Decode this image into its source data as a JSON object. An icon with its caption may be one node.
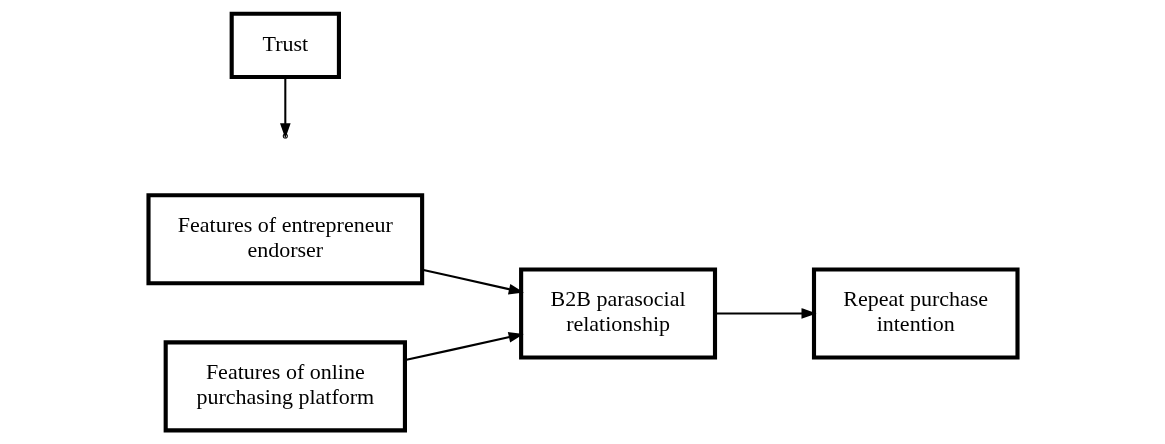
{
  "diagram": {
    "nodes": [
      {
        "text": [
          "Features of entrepreneur endorser"
        ]
      },
      {
        "text": [
          "Features of online purchasing platform"
        ]
      },
      {
        "text": [
          "B2B parasocial relationship"
        ]
      },
      {
        "text": [
          "Trust"
        ]
      },
      {
        "text": [
          "Repeat purchase intention"
        ]
      }
    ],
    "edges": [
      {
        "from": 0,
        "to": 2,
        "arrow": "to"
      },
      {
        "from": 1,
        "to": 2,
        "arrow": "to"
      },
      {
        "from": 2,
        "to": 4,
        "arrow": "to"
      },
      {
        "from": 3,
        "to": null,
        "arrow": "to"
      }
    ]
  }
}
